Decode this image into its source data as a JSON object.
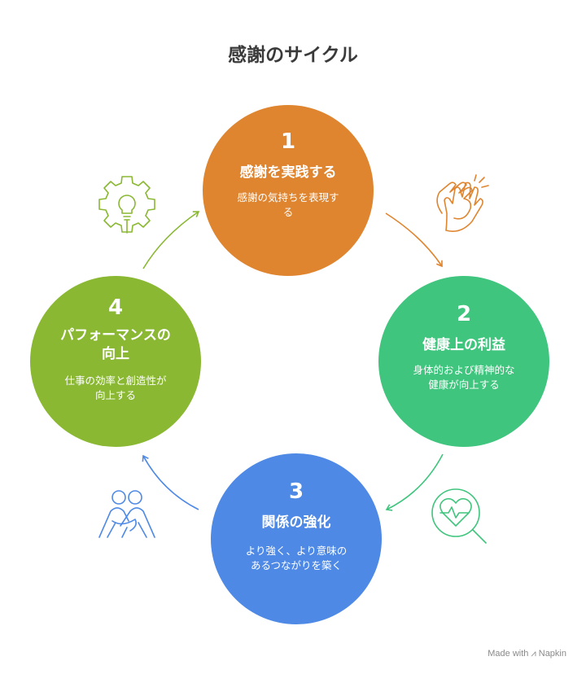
{
  "title": "感謝のサイクル",
  "steps": [
    {
      "number": "1",
      "heading": "感謝を実践する",
      "description_line1": "感謝の気持ちを表現す",
      "description_line2": "る",
      "color": "#df8530",
      "icon": "clapping-hands-icon"
    },
    {
      "number": "2",
      "heading": "健康上の利益",
      "description_line1": "身体的および精神的な",
      "description_line2": "健康が向上する",
      "color": "#3fc57d",
      "icon": "heart-magnifier-icon"
    },
    {
      "number": "3",
      "heading": "関係の強化",
      "description_line1": "より強く、より意味の",
      "description_line2": "あるつながりを築く",
      "color": "#4e89e6",
      "icon": "embrace-icon"
    },
    {
      "number": "4",
      "heading_line1": "パフォーマンスの",
      "heading_line2": "向上",
      "description_line1": "仕事の効率と創造性が",
      "description_line2": "向上する",
      "color": "#8ab833",
      "icon": "gear-bulb-icon"
    }
  ],
  "footer": {
    "made_with": "Made with",
    "brand": "Napkin"
  }
}
